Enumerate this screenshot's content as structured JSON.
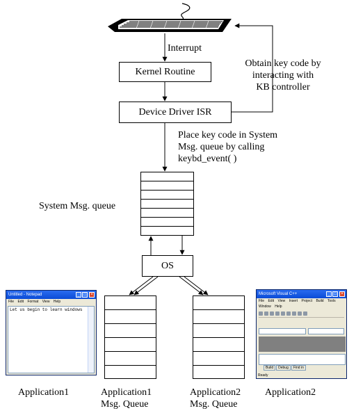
{
  "labels": {
    "interrupt": "Interrupt",
    "kernel_routine": "Kernel Routine",
    "device_driver": "Device Driver ISR",
    "obtain_keycode": [
      "Obtain key code by",
      "interacting with",
      "KB controller"
    ],
    "place_keycode": [
      "Place key code in System",
      "Msg. queue by calling",
      "keybd_event( )"
    ],
    "system_queue": "System Msg. queue",
    "os": "OS",
    "app1": "Application1",
    "app1_queue": [
      "Application1",
      "Msg. Queue"
    ],
    "app2_queue": [
      "Application2",
      "Msg. Queue"
    ],
    "app2": "Application2"
  },
  "notepad": {
    "title": "Untitled - Notepad",
    "menu": [
      "File",
      "Edit",
      "Format",
      "View",
      "Help"
    ],
    "content": "Let us begin to learn windows"
  },
  "visual_c": {
    "title": "Microsoft Visual C++",
    "menu_row1": [
      "File",
      "Edit",
      "View",
      "Insert",
      "Project",
      "Build",
      "Tools"
    ],
    "menu_row2": [
      "Window",
      "Help"
    ],
    "tabs": [
      "Build",
      "Debug",
      "Find in"
    ],
    "status": "Ready"
  }
}
